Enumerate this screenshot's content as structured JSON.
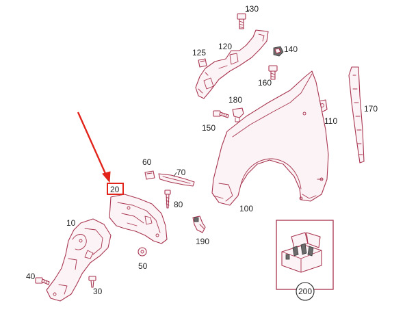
{
  "diagram": {
    "accent_color": "#a8344f",
    "highlight_color": "#e2231a",
    "highlighted_callout": "20",
    "callouts": {
      "p10": "10",
      "p20": "20",
      "p30": "30",
      "p40": "40",
      "p50": "50",
      "p60": "60",
      "p70": "70",
      "p80": "80",
      "p100": "100",
      "p110": "110",
      "p120": "120",
      "p125": "125",
      "p130": "130",
      "p140": "140",
      "p150": "150",
      "p160": "160",
      "p170": "170",
      "p180": "180",
      "p190": "190",
      "p200": "200"
    }
  }
}
